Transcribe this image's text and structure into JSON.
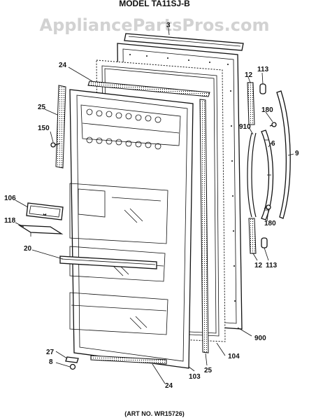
{
  "header": {
    "watermark": "AppliancePartsPros.com",
    "model_title": "MODEL TA11SJ-B"
  },
  "footer": {
    "art_number": "(ART NO. WR15726)"
  },
  "part_labels": {
    "p3": "3",
    "p24_top": "24",
    "p25_left": "25",
    "p150": "150",
    "p106": "106",
    "p118": "118",
    "p20": "20",
    "p27": "27",
    "p8": "8",
    "p24_bottom": "24",
    "p103": "103",
    "p25_bottom": "25",
    "p104": "104",
    "p900": "900",
    "p12_top": "12",
    "p113_top": "113",
    "p180_top": "180",
    "p910": "910",
    "p6": "6",
    "p9": "9",
    "p180_bottom": "180",
    "p12_bottom": "12",
    "p113_bottom": "113"
  },
  "colors": {
    "line": "#111111",
    "watermark": "#d2d2d2",
    "background": "#ffffff"
  }
}
